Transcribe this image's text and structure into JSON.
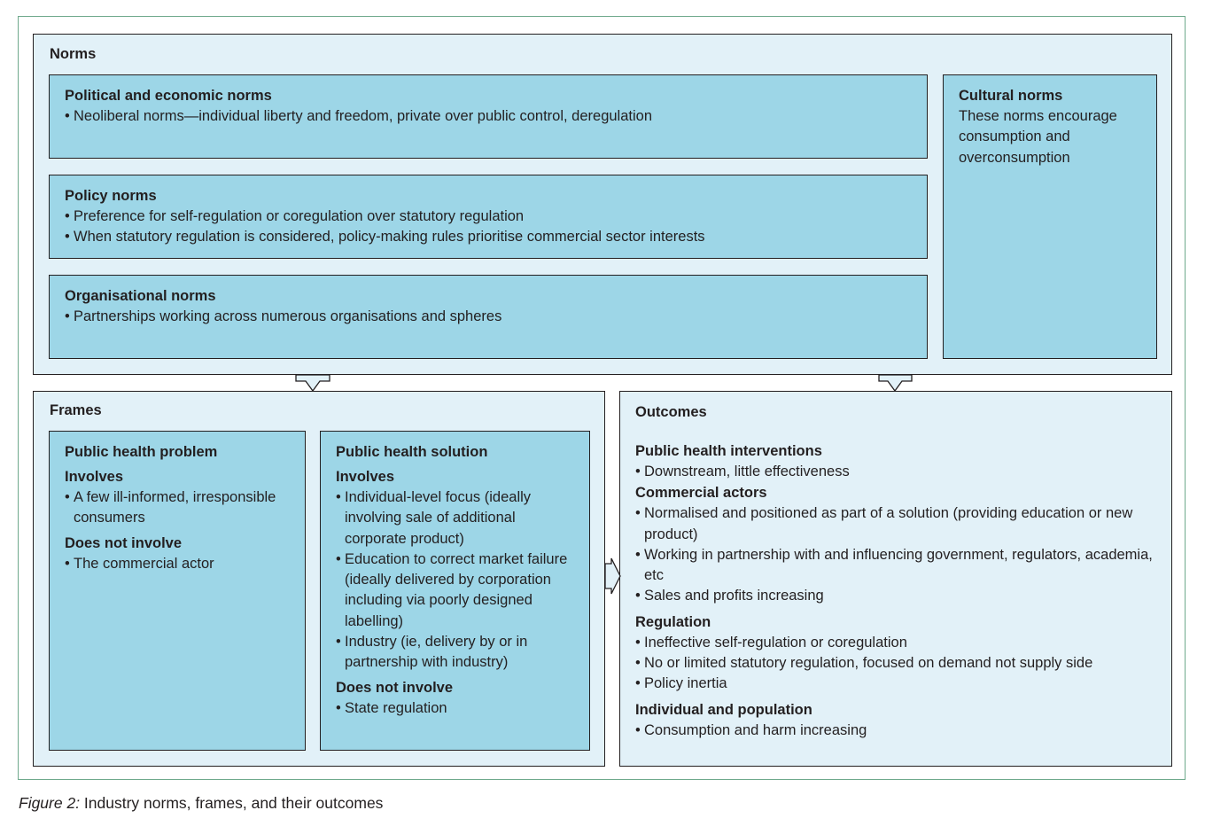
{
  "norms": {
    "title": "Norms",
    "political": {
      "title": "Political and economic norms",
      "items": [
        "Neoliberal norms—individual liberty and freedom, private over public control, deregulation"
      ]
    },
    "policy": {
      "title": "Policy norms",
      "items": [
        "Preference for self-regulation or coregulation over statutory regulation",
        "When statutory regulation is considered, policy-making rules prioritise commercial sector interests"
      ]
    },
    "organisational": {
      "title": "Organisational norms",
      "items": [
        "Partnerships working across numerous organisations and spheres"
      ]
    },
    "cultural": {
      "title": "Cultural norms",
      "text": "These norms encourage consumption and overconsumption"
    }
  },
  "frames": {
    "title": "Frames",
    "problem": {
      "title": "Public health problem",
      "involves_label": "Involves",
      "involves": [
        "A few ill-informed, irresponsible consumers"
      ],
      "not_involves_label": "Does not involve",
      "not_involves": [
        "The commercial actor"
      ]
    },
    "solution": {
      "title": "Public health solution",
      "involves_label": "Involves",
      "involves": [
        "Individual-level focus (ideally involving sale of additional corporate product)",
        "Education to correct market failure (ideally delivered by corporation including via poorly designed labelling)",
        "Industry (ie, delivery by or in partnership with industry)"
      ],
      "not_involves_label": "Does not involve",
      "not_involves": [
        "State regulation"
      ]
    }
  },
  "outcomes": {
    "title": "Outcomes",
    "sections": [
      {
        "heading": "Public health interventions",
        "items": [
          "Downstream, little effectiveness"
        ]
      },
      {
        "heading": "Commercial actors",
        "items": [
          "Normalised and positioned as part of a solution (providing education or new product)",
          "Working in partnership with and influencing government, regulators, academia, etc",
          "Sales and profits increasing"
        ]
      },
      {
        "heading": "Regulation",
        "items": [
          "Ineffective self-regulation or coregulation",
          "No or limited statutory regulation, focused on demand not supply side",
          "Policy inertia"
        ]
      },
      {
        "heading": "Individual and population",
        "items": [
          "Consumption and harm increasing"
        ]
      }
    ]
  },
  "caption": {
    "label": "Figure 2:",
    "text": " Industry norms, frames, and their outcomes"
  }
}
